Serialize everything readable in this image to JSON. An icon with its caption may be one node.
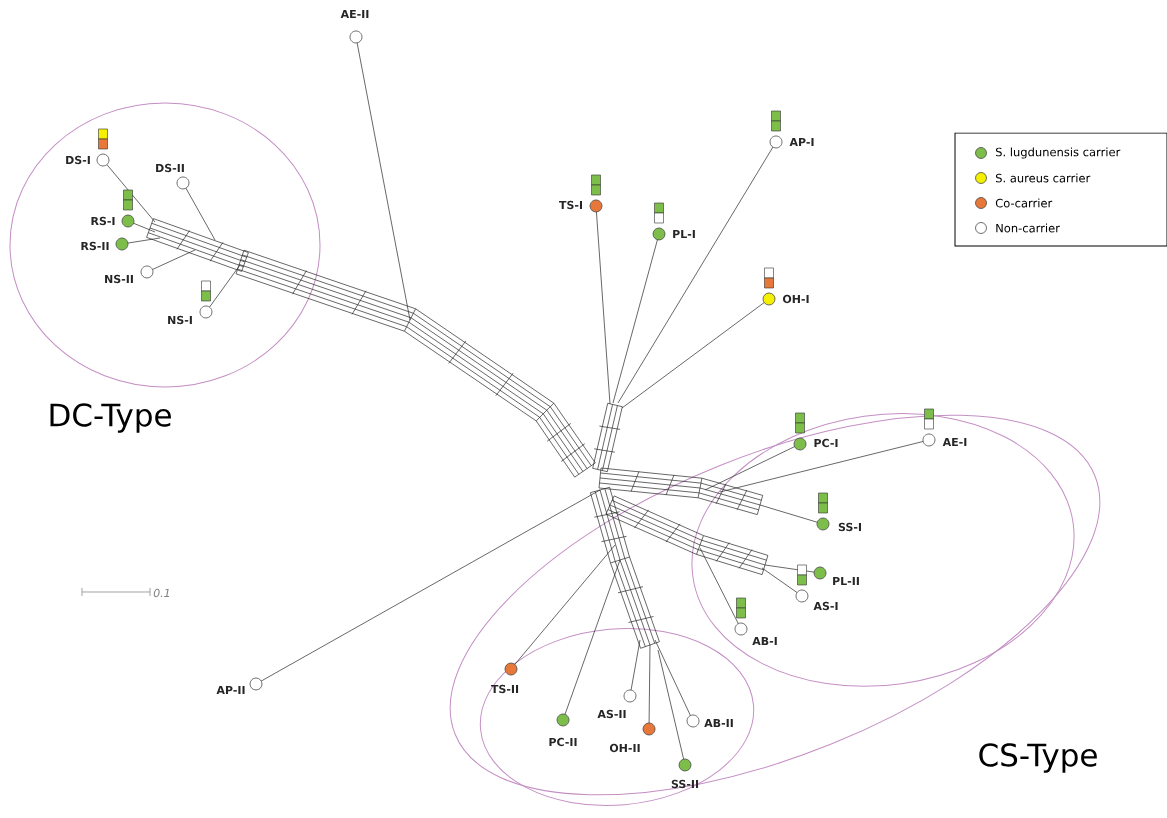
{
  "diagram": {
    "nodes": [
      {
        "text": [
          "AE-II"
        ]
      },
      {
        "text": [
          "DC-Type"
        ]
      },
      {
        "text": [
          "DS-I"
        ],
        "in": 1
      },
      {
        "text": [
          "DS-II"
        ],
        "in": 1
      },
      {
        "text": [
          "RS-I"
        ],
        "in": 1
      },
      {
        "text": [
          "RS-II"
        ],
        "in": 1
      },
      {
        "text": [
          "NS-II"
        ],
        "in": 1
      },
      {
        "text": [
          "NS-I"
        ],
        "in": 1
      },
      {
        "text": [
          "AP-I"
        ]
      },
      {
        "text": [
          "TS-I"
        ]
      },
      {
        "text": [
          "PL-I"
        ]
      },
      {
        "text": [
          "OH-I"
        ]
      },
      {
        "text": [
          "CS-Type"
        ]
      },
      {
        "text": [],
        "shape": "ellipse",
        "in": 12
      },
      {
        "text": [
          "PC-I"
        ],
        "in": 13
      },
      {
        "text": [
          "AE-I"
        ],
        "in": 13
      },
      {
        "text": [
          "SS-I"
        ],
        "in": 13
      },
      {
        "text": [
          "PL-II"
        ],
        "in": 13
      },
      {
        "text": [
          "AS-I"
        ],
        "in": 13
      },
      {
        "text": [
          "AB-I"
        ],
        "in": 13
      },
      {
        "text": [
          "AP-II"
        ]
      },
      {
        "text": [],
        "shape": "ellipse",
        "in": 12
      },
      {
        "text": [
          "TS-II"
        ],
        "in": 21
      },
      {
        "text": [
          "PC-II"
        ],
        "in": 21
      },
      {
        "text": [
          "AS-II"
        ],
        "in": 21
      },
      {
        "text": [
          "OH-II"
        ],
        "in": 21
      },
      {
        "text": [
          "AB-II"
        ],
        "in": 21
      },
      {
        "text": [
          "SS-II"
        ],
        "in": 21
      }
    ],
    "labels": [
      "0.1"
    ],
    "legend": [
      {
        "text": "S. lugdunensis carrier",
        "color": "#7dbe4b"
      },
      {
        "text": "S. aureus carrier",
        "color": "#f5f000"
      },
      {
        "text": "Co-carrier",
        "color": "#e8773a"
      },
      {
        "text": "Non-carrier"
      }
    ]
  }
}
